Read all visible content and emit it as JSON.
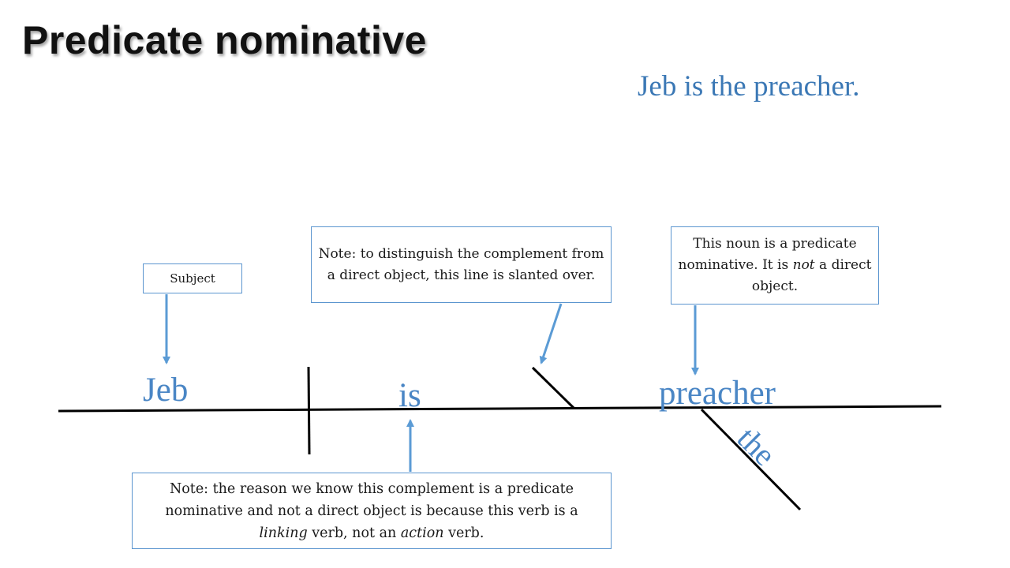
{
  "title": "Predicate nominative",
  "sentence": "Jeb is the preacher.",
  "words": {
    "subject": "Jeb",
    "verb": "is",
    "complement": "preacher",
    "modifier": "the"
  },
  "notes": {
    "subject_label": "Subject",
    "slant_note": "Note: to distinguish the complement from a direct object, this line is slanted over.",
    "noun_note_before": "This noun is a predicate nominative. It is ",
    "noun_note_em": "not",
    "noun_note_after": " a direct object.",
    "verb_note_before": "Note: the reason we know this complement is a predicate nominative and not a direct object is because this verb is a ",
    "verb_note_em1": "linking",
    "verb_note_mid": " verb, not an ",
    "verb_note_em2": "action",
    "verb_note_after": " verb."
  },
  "colors": {
    "title": "#111111",
    "accent": "#4A86C5",
    "arrow": "#5B9BD5",
    "line": "#000000"
  }
}
